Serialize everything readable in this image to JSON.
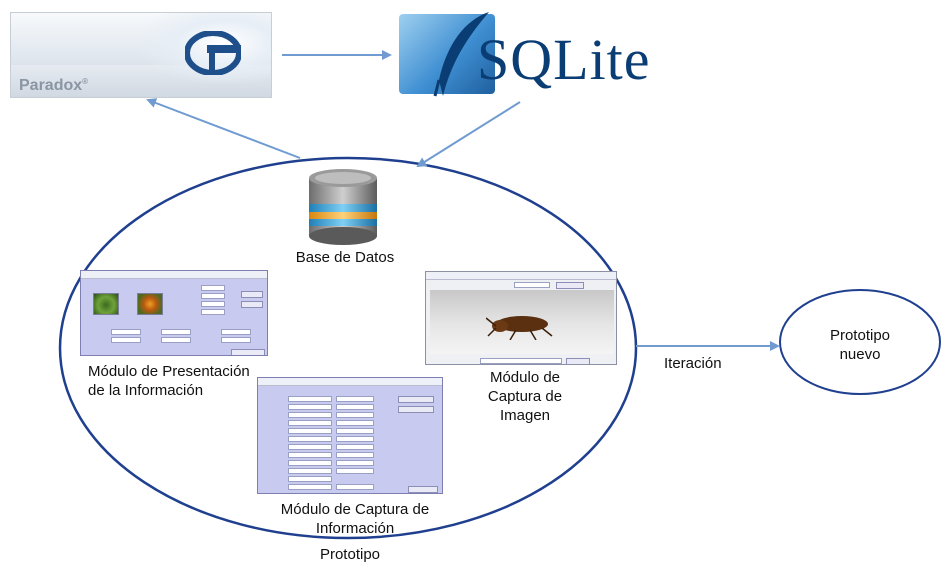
{
  "logos": {
    "paradox": {
      "text": "Paradox"
    },
    "sqlite": {
      "text": "SQLite"
    }
  },
  "nodes": {
    "database": "Base de Datos",
    "presentation": "Módulo de Presentación de la Información",
    "capture_image": "Módulo de Captura de Imagen",
    "capture_info": "Módulo de Captura de Información",
    "prototype": "Prototipo",
    "new_prototype": "Prototipo nuevo"
  },
  "edges": {
    "iteration": "Iteración"
  },
  "colors": {
    "circle_stroke": "#1f3f8f",
    "arrow": "#6f9bd1",
    "form_background": "#c9caf0",
    "sqlite_text": "#0a3d73"
  }
}
